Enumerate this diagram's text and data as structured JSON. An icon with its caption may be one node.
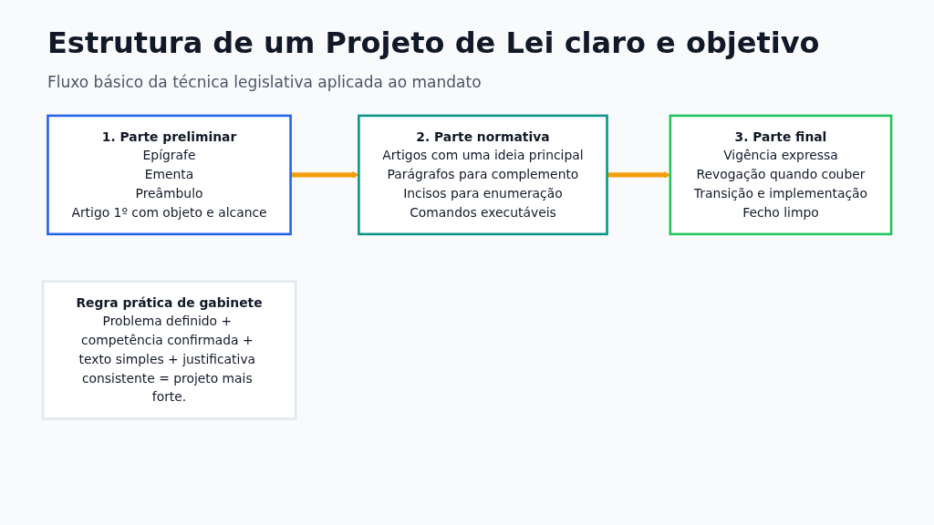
{
  "diagram": {
    "title": "Estrutura de um Projeto de Lei claro e objetivo",
    "caption": "Fluxo básico da técnica legislativa aplicada ao mandato",
    "nodes": [
      {
        "text": [
          "1. Parte preliminar",
          "Epígrafe",
          "Ementa",
          "Preâmbulo",
          "Artigo 1º com objeto e alcance"
        ]
      },
      {
        "text": [
          "2. Parte normativa",
          "Artigos com uma ideia principal",
          "Parágrafos para complemento",
          "Incisos para enumeração",
          "Comandos executáveis"
        ]
      },
      {
        "text": [
          "3. Parte final",
          "Vigência expressa",
          "Revogação quando couber",
          "Transição e implementação",
          "Fecho limpo"
        ]
      },
      {
        "text": [
          "Regra prática de gabinete",
          "Problema definido + competência confirmada + texto simples + justificativa consistente = projeto mais forte."
        ]
      }
    ],
    "edges": [
      {
        "from": 0,
        "to": 1,
        "arrow": "to"
      },
      {
        "from": 1,
        "to": 2,
        "arrow": "to"
      }
    ]
  }
}
